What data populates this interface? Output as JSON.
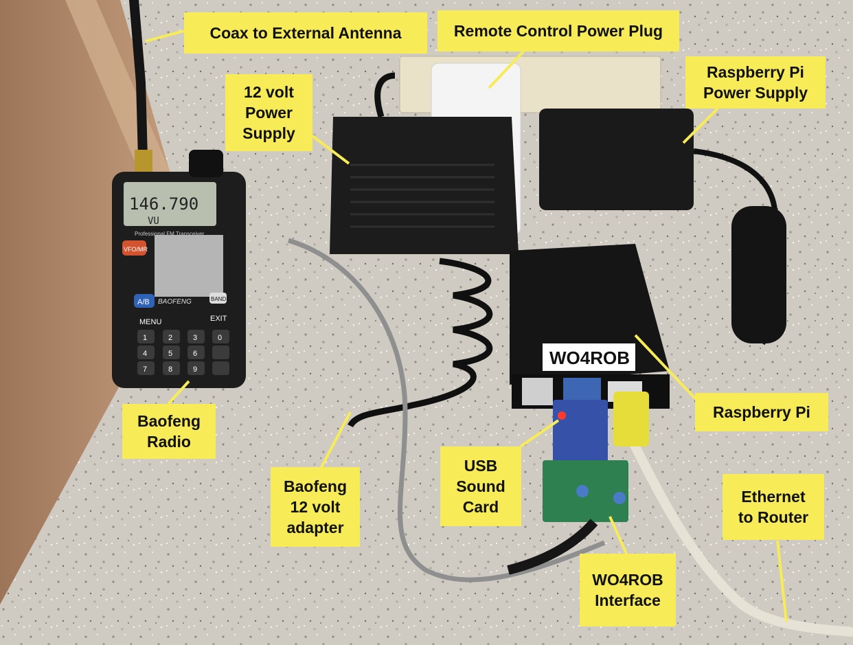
{
  "photo": {
    "radio_display": {
      "frequency": "146.790",
      "line2": "VU"
    },
    "radio_brand": "BAOFENG",
    "radio_model_text": "Professional FM Transceiver",
    "radio_keys": {
      "vfo_mr": "VFO/MR",
      "ab": "A/B",
      "band": "BAND",
      "menu": "MENU",
      "exit": "EXIT",
      "digits": [
        "1",
        "2",
        "3",
        "4",
        "5",
        "6",
        "7",
        "8",
        "9",
        "0"
      ]
    },
    "pi_label": "WO4ROB"
  },
  "callouts": {
    "coax": "Coax to External Antenna",
    "remote_plug": "Remote Control Power Plug",
    "psu_12v": "12 volt\nPower\nSupply",
    "pi_psu": "Raspberry Pi\nPower Supply",
    "baofeng_radio": "Baofeng\nRadio",
    "raspberry_pi": "Raspberry Pi",
    "usb_sound": "USB\nSound\nCard",
    "baofeng_adapter": "Baofeng\n12 volt\nadapter",
    "ethernet": "Ethernet\nto Router",
    "interface": "WO4ROB\nInterface"
  },
  "colors": {
    "callout_bg": "#f7ec57",
    "countertop": "#cdc8c0",
    "cabinet": "#b0886a",
    "ethernet_plug": "#e7dd3a"
  }
}
